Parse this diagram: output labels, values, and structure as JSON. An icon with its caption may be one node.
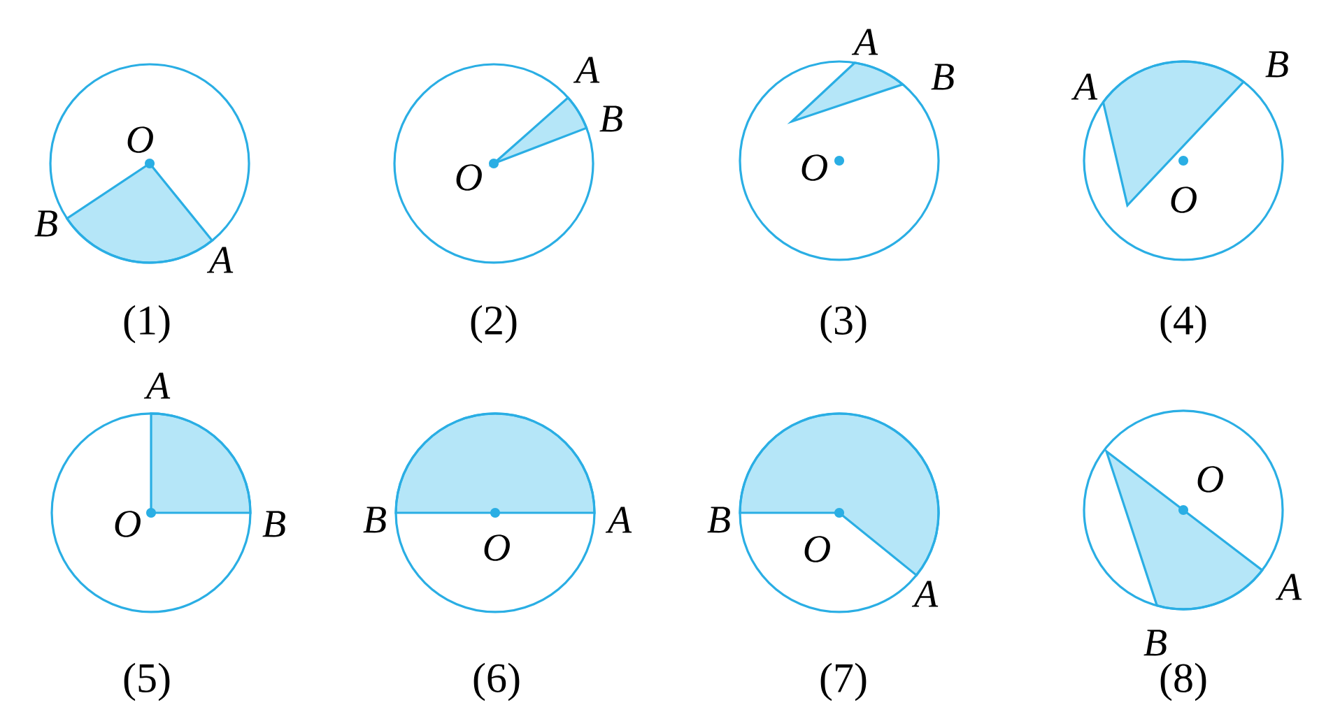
{
  "diagram": {
    "labels": [
      "O",
      "B",
      "A",
      "(1)",
      "A",
      "B",
      "O",
      "(2)",
      "A",
      "B",
      "O",
      "(3)",
      "A",
      "B",
      "O",
      "(4)",
      "A",
      "O",
      "B",
      "(5)",
      "B",
      "O",
      "A",
      "(6)",
      "B",
      "O",
      "A",
      "(7)",
      "O",
      "A",
      "B",
      "(8)"
    ]
  }
}
